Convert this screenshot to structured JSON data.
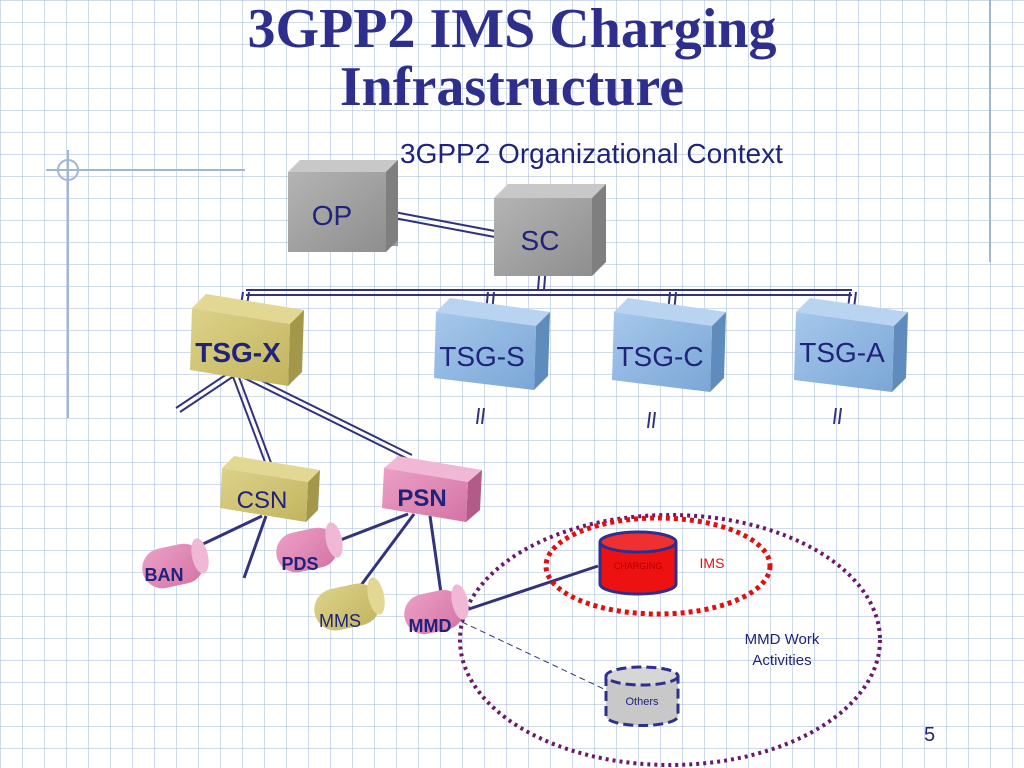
{
  "slide": {
    "title_line1": "3GPP2 IMS Charging",
    "title_line2": "Infrastructure",
    "subtitle": "3GPP2 Organizational Context",
    "page_number": "5"
  },
  "diagram": {
    "nodes": {
      "op": "OP",
      "sc": "SC",
      "tsg_x": "TSG-X",
      "tsg_s": "TSG-S",
      "tsg_c": "TSG-C",
      "tsg_a": "TSG-A",
      "csn": "CSN",
      "psn": "PSN",
      "ban": "BAN",
      "pds": "PDS",
      "mms": "MMS",
      "mmd": "MMD",
      "charging": "CHARGING",
      "ims": "IMS",
      "others": "Others",
      "mmd_work_line1": "MMD Work",
      "mmd_work_line2": "Activities"
    }
  },
  "colors": {
    "title": "#2e2f8c",
    "link": "#33337a",
    "gray_box": "#9c9c9c",
    "blue_box": "#8db4de",
    "olive_box": "#cfc273",
    "pink_box": "#dc82b0",
    "charging_red": "#ee1111",
    "dotted_purple": "#6a1a6a",
    "dotted_red": "#e01010"
  }
}
